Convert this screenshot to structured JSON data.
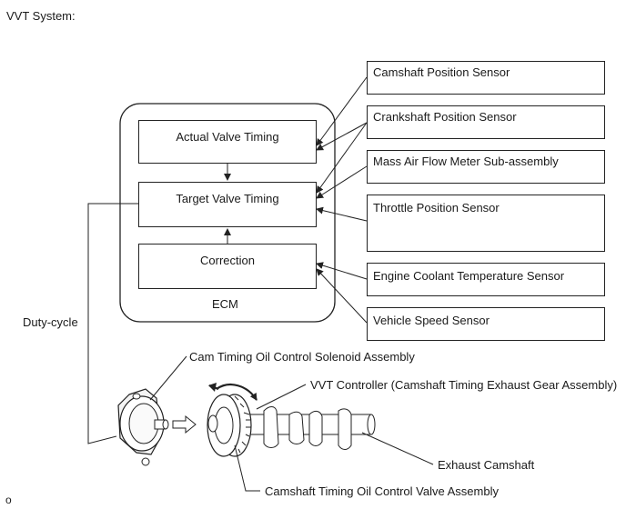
{
  "page_title": "VVT System:",
  "footer_code": "o",
  "ecm": {
    "label": "ECM",
    "blocks": {
      "actual": "Actual Valve Timing",
      "target": "Target Valve Timing",
      "correction": "Correction"
    }
  },
  "sensors": [
    "Camshaft Position Sensor",
    "Crankshaft Position Sensor",
    "Mass Air Flow Meter Sub-assembly",
    "Throttle Position Sensor",
    "Engine Coolant Temperature Sensor",
    "Vehicle Speed Sensor"
  ],
  "signal_label": "Duty-cycle",
  "parts": {
    "ocv": "Cam Timing Oil Control Solenoid Assembly",
    "vvt_controller": "VVT Controller (Camshaft Timing Exhaust Gear Assembly)",
    "camshaft": "Exhaust Camshaft",
    "ocv_valve": "Camshaft Timing Oil Control Valve Assembly"
  }
}
